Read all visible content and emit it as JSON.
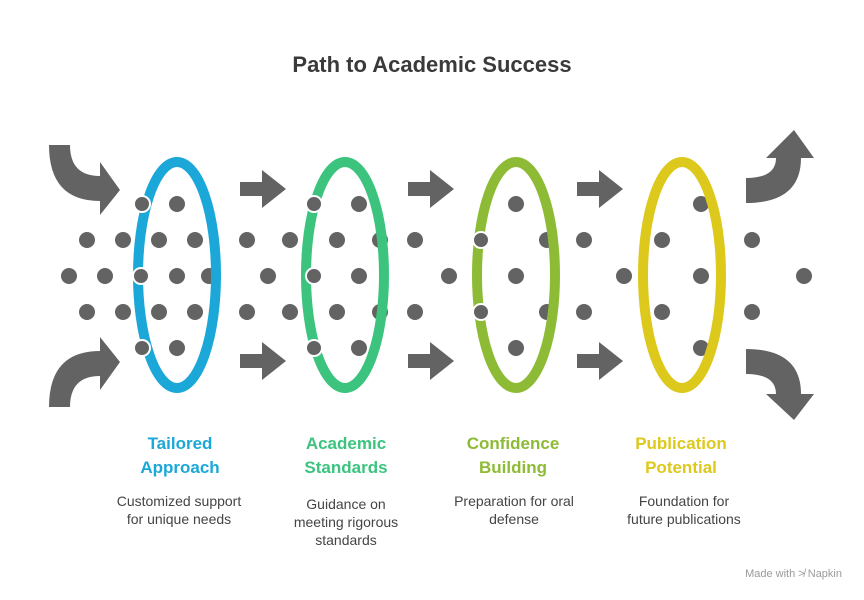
{
  "title": "Path to Academic Success",
  "stages": [
    {
      "title_line1": "Tailored",
      "title_line2": "Approach",
      "desc_lines": [
        "Customized support",
        "for unique needs"
      ],
      "color": "#1ba8d9"
    },
    {
      "title_line1": "Academic",
      "title_line2": "Standards",
      "desc_lines": [
        "Guidance on",
        "meeting rigorous",
        "standards"
      ],
      "color": "#3cc47f"
    },
    {
      "title_line1": "Confidence",
      "title_line2": "Building",
      "desc_lines": [
        "Preparation for oral",
        "defense"
      ],
      "color": "#8dbb35"
    },
    {
      "title_line1": "Publication",
      "title_line2": "Potential",
      "desc_lines": [
        "Foundation for",
        "future publications"
      ],
      "color": "#dcc91b"
    }
  ],
  "arrow_color": "#636363",
  "dot_color": "#636363",
  "watermark": "Made with ≯ Napkin"
}
